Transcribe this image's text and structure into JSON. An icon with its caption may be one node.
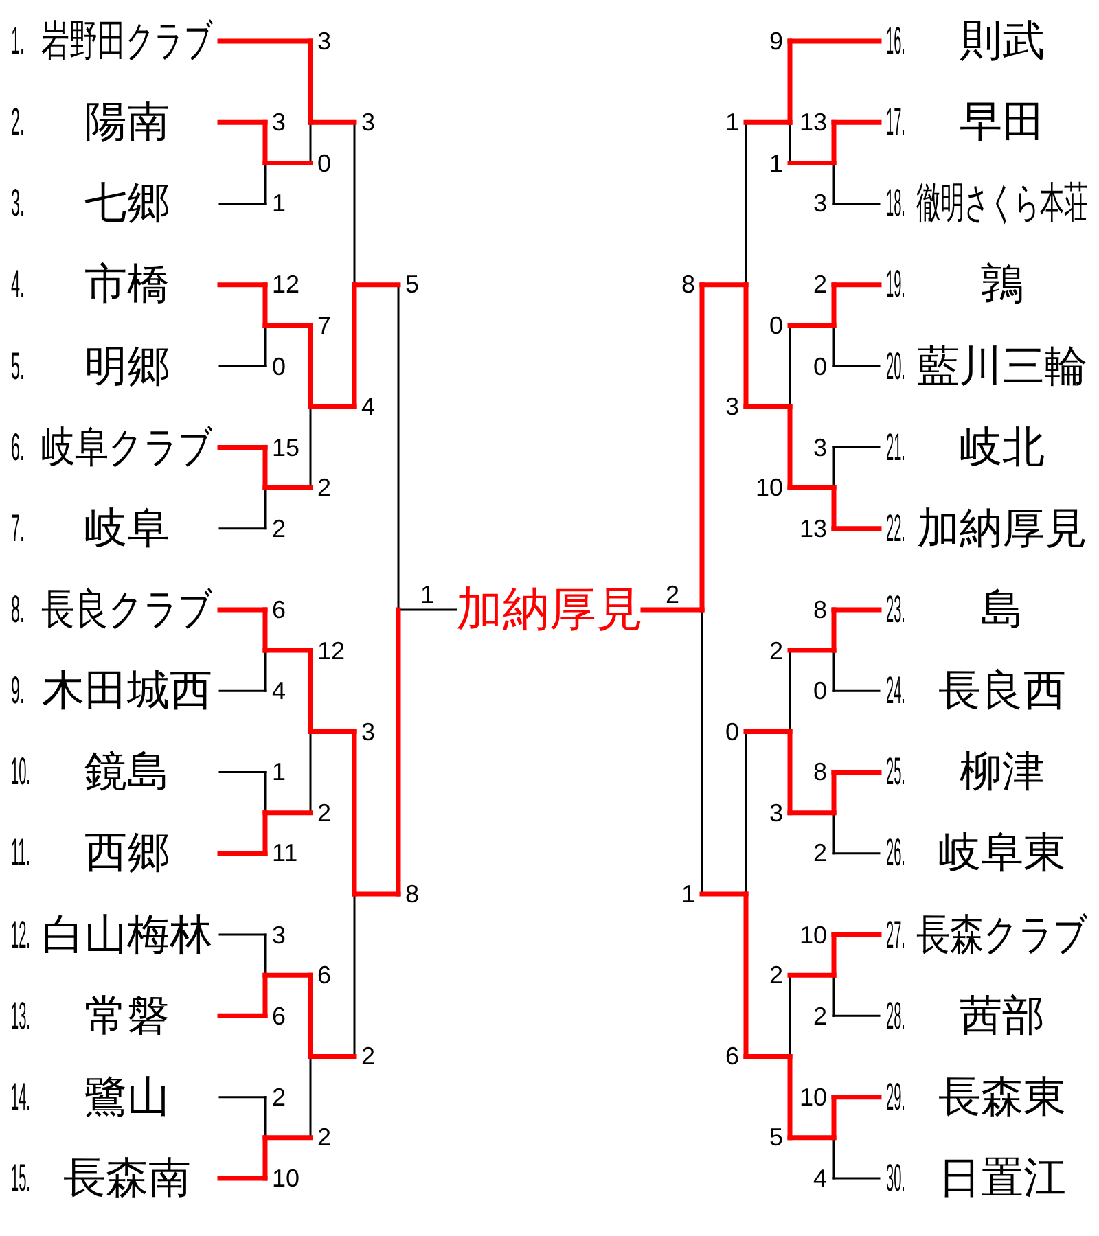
{
  "diagram": {
    "nodes": [
      {
        "text": [
          "1.",
          "岩野田クラブ"
        ]
      },
      {
        "text": [
          "2.",
          "陽南"
        ]
      },
      {
        "text": [
          "3.",
          "七郷"
        ]
      },
      {
        "text": [
          "4.",
          "市橋"
        ]
      },
      {
        "text": [
          "5.",
          "明郷"
        ]
      },
      {
        "text": [
          "6.",
          "岐阜クラブ"
        ]
      },
      {
        "text": [
          "7.",
          "岐阜"
        ]
      },
      {
        "text": [
          "8.",
          "長良クラブ"
        ]
      },
      {
        "text": [
          "9.",
          "木田城西"
        ]
      },
      {
        "text": [
          "10.",
          "鏡島"
        ]
      },
      {
        "text": [
          "11.",
          "西郷"
        ]
      },
      {
        "text": [
          "12.",
          "白山梅林"
        ]
      },
      {
        "text": [
          "13.",
          "常磐"
        ]
      },
      {
        "text": [
          "14.",
          "鷺山"
        ]
      },
      {
        "text": [
          "15.",
          "長森南"
        ]
      },
      {
        "text": [
          "16.",
          "則武"
        ]
      },
      {
        "text": [
          "17.",
          "早田"
        ]
      },
      {
        "text": [
          "18.",
          "徹明さくら本荘"
        ]
      },
      {
        "text": [
          "19.",
          "鶉"
        ]
      },
      {
        "text": [
          "20.",
          "藍川三輪"
        ]
      },
      {
        "text": [
          "21.",
          "岐北"
        ]
      },
      {
        "text": [
          "22.",
          "加納厚見"
        ]
      },
      {
        "text": [
          "23.",
          "島"
        ]
      },
      {
        "text": [
          "24.",
          "長良西"
        ]
      },
      {
        "text": [
          "25.",
          "柳津"
        ]
      },
      {
        "text": [
          "26.",
          "岐阜東"
        ]
      },
      {
        "text": [
          "27.",
          "長森クラブ"
        ]
      },
      {
        "text": [
          "28.",
          "茜部"
        ]
      },
      {
        "text": [
          "29.",
          "長森東"
        ]
      },
      {
        "text": [
          "30.",
          "日置江"
        ]
      },
      {
        "text": [
          "加納厚見"
        ]
      }
    ],
    "edges": [
      {
        "from": 0,
        "to": 30,
        "arrow": "none"
      },
      {
        "from": 1,
        "to": 30,
        "arrow": "none"
      },
      {
        "from": 2,
        "to": 30,
        "arrow": "none"
      },
      {
        "from": 3,
        "to": 30,
        "arrow": "none"
      },
      {
        "from": 4,
        "to": 30,
        "arrow": "none"
      },
      {
        "from": 5,
        "to": 30,
        "arrow": "none"
      },
      {
        "from": 6,
        "to": 30,
        "arrow": "none"
      },
      {
        "from": 7,
        "to": 30,
        "arrow": "none",
        "style": "thick",
        "color": "#ff0000"
      },
      {
        "from": 8,
        "to": 30,
        "arrow": "none",
        "style": "thick",
        "color": "#ff0000"
      },
      {
        "from": 9,
        "to": 30,
        "arrow": "none",
        "style": "thick",
        "color": "#ff0000"
      },
      {
        "from": 10,
        "to": 30,
        "arrow": "none",
        "style": "thick",
        "color": "#ff0000"
      },
      {
        "from": 11,
        "to": 30,
        "arrow": "none",
        "style": "thick",
        "color": "#ff0000"
      },
      {
        "from": 12,
        "to": 30,
        "arrow": "none",
        "style": "thick",
        "color": "#ff0000"
      },
      {
        "from": 13,
        "to": 30,
        "arrow": "none",
        "style": "thick",
        "color": "#ff0000"
      },
      {
        "from": 14,
        "to": 30,
        "arrow": "none",
        "style": "thick",
        "color": "#ff0000"
      },
      {
        "from": 15,
        "to": 30,
        "arrow": "none",
        "style": "thick",
        "color": "#ff0000"
      },
      {
        "from": 16,
        "to": 30,
        "arrow": "none",
        "style": "thick",
        "color": "#ff0000"
      },
      {
        "from": 17,
        "to": 30,
        "arrow": "none",
        "style": "thick",
        "color": "#ff0000"
      },
      {
        "from": 18,
        "to": 30,
        "arrow": "none",
        "style": "thick",
        "color": "#ff0000"
      },
      {
        "from": 19,
        "to": 30,
        "arrow": "none",
        "style": "thick",
        "color": "#ff0000"
      },
      {
        "from": 20,
        "to": 30,
        "arrow": "none",
        "style": "thick",
        "color": "#ff0000"
      },
      {
        "from": 21,
        "to": 30,
        "arrow": "none",
        "style": "thick",
        "color": "#ff0000"
      },
      {
        "from": 22,
        "to": 30,
        "arrow": "none"
      },
      {
        "from": 23,
        "to": 30,
        "arrow": "none"
      },
      {
        "from": 24,
        "to": 30,
        "arrow": "none"
      },
      {
        "from": 25,
        "to": 30,
        "arrow": "none"
      },
      {
        "from": 26,
        "to": 30,
        "arrow": "none"
      },
      {
        "from": 27,
        "to": 30,
        "arrow": "none"
      },
      {
        "from": 28,
        "to": 30,
        "arrow": "none"
      },
      {
        "from": 29,
        "to": 30,
        "arrow": "none"
      }
    ],
    "labels": [
      "3",
      "3",
      "3",
      "0",
      "1",
      "12",
      "5",
      "7",
      "0",
      "4",
      "15",
      "2",
      "2",
      "6",
      "12",
      "4",
      "3",
      "1",
      "2",
      "11",
      "8",
      "3",
      "6",
      "6",
      "2",
      "2",
      "2",
      "10",
      "1",
      "2",
      "9",
      "1",
      "13",
      "1",
      "3",
      "8",
      "2",
      "0",
      "0",
      "3",
      "3",
      "10",
      "13",
      "8",
      "2",
      "0",
      "0",
      "8",
      "3",
      "2",
      "1",
      "10",
      "2",
      "2",
      "6",
      "10",
      "5",
      "4"
    ]
  }
}
